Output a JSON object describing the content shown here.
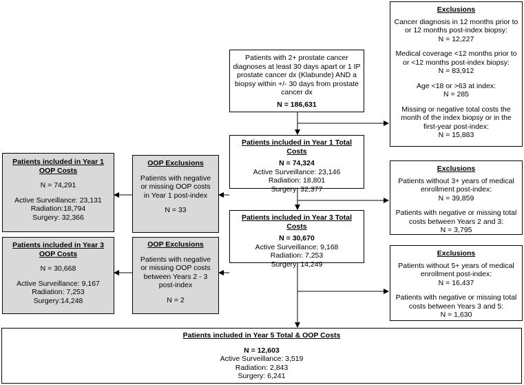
{
  "main": {
    "lines": [
      "Patients with 2+ prostate cancer",
      "diagnoses at least 30 days apart or 1 IP",
      "prostate cancer dx (Klabunde) AND a",
      "biopsy within +/- 30 days from prostate",
      "cancer dx"
    ],
    "n": "N = 186,631"
  },
  "excl1": {
    "title": "Exclusions",
    "items": [
      {
        "lines": [
          "Cancer diagnosis in 12 months prior to",
          "or 12 months post-index biopsy:"
        ],
        "n": "N = 12,227"
      },
      {
        "lines": [
          "Medical coverage <12 months prior to",
          "or <12 months post-index biopsy:"
        ],
        "n": "N = 83,912"
      },
      {
        "lines": [
          "Age <18 or >63 at index:"
        ],
        "n": "N = 285"
      },
      {
        "lines": [
          "Missing or negative total costs the",
          "month of the index biopsy or in the",
          "first-year post-index:"
        ],
        "n": "N = 15,883"
      }
    ]
  },
  "y1total": {
    "title": "Patients included in Year 1 Total Costs",
    "n": "N = 74,324",
    "as": "Active Surveillance: 23,146",
    "rad": "Radiation: 18,801",
    "surg": "Surgery: 32,377"
  },
  "oop1": {
    "title": "OOP Exclusions",
    "lines": [
      "Patients with negative",
      "or missing OOP costs",
      "in Year 1 post-index"
    ],
    "n": "N = 33"
  },
  "y1oop": {
    "title_lines": [
      "Patients included in Year 1",
      "OOP Costs"
    ],
    "n": "N = 74,291",
    "as": "Active Surveillance: 23,131",
    "rad": "Radiation:18,794",
    "surg": "Surgery: 32,366"
  },
  "excl2": {
    "title": "Exclusions",
    "items": [
      {
        "lines": [
          "Patients without 3+ years of medical",
          "enrollment post-index:"
        ],
        "n": "N = 39,859"
      },
      {
        "lines": [
          "Patients with negative or missing total",
          "costs between Years 2 and 3:"
        ],
        "n": "N = 3,795"
      }
    ]
  },
  "y3total": {
    "title": "Patients included in Year 3 Total Costs",
    "n": "N = 30,670",
    "as": "Active Surveillance: 9,168",
    "rad": "Radiation: 7,253",
    "surg": "Surgery: 14,249"
  },
  "oop2": {
    "title": "OOP Exclusions",
    "lines": [
      "Patients with negative",
      "or missing OOP costs",
      "between Years 2 - 3",
      "post-index"
    ],
    "n": "N = 2"
  },
  "y3oop": {
    "title_lines": [
      "Patients included in Year 3",
      "OOP Costs"
    ],
    "n": "N = 30,668",
    "as": "Active Surveillance: 9,167",
    "rad": "Radiation: 7,253",
    "surg": "Surgery:14,248"
  },
  "excl3": {
    "title": "Exclusions",
    "items": [
      {
        "lines": [
          "Patients without 5+ years of medical",
          "enrollment post-index:"
        ],
        "n": "N = 16,437"
      },
      {
        "lines": [
          "Patients with negative or missing total",
          "costs between Years 3 and 5:"
        ],
        "n": "N = 1,630"
      }
    ]
  },
  "y5": {
    "title": "Patients included in Year 5 Total & OOP Costs",
    "n": "N = 12,603",
    "as": "Active Surveillance: 3,519",
    "rad": "Radiation: 2,843",
    "surg": "Surgery: 6,241"
  }
}
